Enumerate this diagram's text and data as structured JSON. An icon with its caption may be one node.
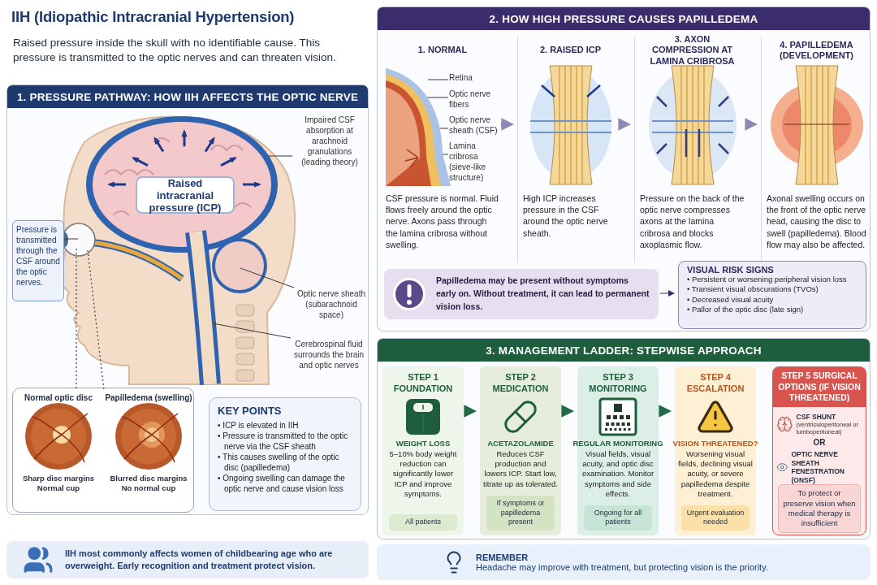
{
  "diagram": {
    "title": "IIH (Idiopathic Intracranial Hypertension)",
    "labels": [
      "Raised pressure inside the skull with no identifiable cause. This pressure is transmitted to the optic nerves and can threaten vision."
    ],
    "nodes": [
      {
        "text": [
          "1. PRESSURE PATHWAY: HOW IIH AFFECTS THE OPTIC NERVE"
        ]
      },
      {
        "text": [
          "Raised intracranial pressure (ICP)"
        ],
        "in": 0
      },
      {
        "text": [
          "Pressure is transmitted through the CSF around the optic nerves."
        ],
        "in": 0
      },
      {
        "text": [
          "Impaired CSF absorption at arachnoid granulations (leading theory)"
        ],
        "in": 0
      },
      {
        "text": [
          "Optic nerve sheath (subarachnoid space)"
        ],
        "in": 0
      },
      {
        "text": [
          "Cerebrospinal fluid surrounds the brain and optic nerves"
        ],
        "in": 0
      },
      {
        "text": [],
        "shape": "box",
        "in": 0
      },
      {
        "text": [
          "Normal optic disc",
          "Sharp disc margins Normal cup"
        ],
        "in": 6
      },
      {
        "text": [
          "Papilledema (swelling)",
          "Blurred disc margins No normal cup"
        ],
        "in": 6
      },
      {
        "text": [
          "KEY POINTS",
          "• ICP is elevated in IIH",
          "• Pressure is transmitted to the optic nerve via the CSF sheath",
          "• This causes swelling of the optic disc (papilledema)",
          "• Ongoing swelling can damage the optic nerve and cause vision loss"
        ],
        "in": 0
      },
      {
        "text": [
          "IIH most commonly affects women of childbearing age who are overweight. Early recognition and treatment protect vision."
        ]
      },
      {
        "text": [
          "2. HOW HIGH PRESSURE CAUSES PAPILLEDEMA"
        ]
      },
      {
        "text": [
          "1. NORMAL",
          "CSF pressure is normal. Fluid flows freely around the optic nerve. Axons pass through the lamina cribrosa without swelling."
        ],
        "in": 11
      },
      {
        "text": [
          "Retina"
        ],
        "in": 12
      },
      {
        "text": [
          "Optic nerve fibers"
        ],
        "in": 12
      },
      {
        "text": [
          "Optic nerve sheath (CSF)"
        ],
        "in": 12
      },
      {
        "text": [
          "Lamina cribrosa (sieve-like structure)"
        ],
        "in": 12
      },
      {
        "text": [
          "2. RAISED ICP",
          "High ICP increases pressure in the CSF around the optic nerve sheath."
        ],
        "in": 11
      },
      {
        "text": [
          "3. AXON COMPRESSION AT LAMINA CRIBROSA",
          "Pressure on the back of the optic nerve compresses axons at the lamina cribrosa and blocks axoplasmic flow."
        ],
        "in": 11
      },
      {
        "text": [
          "4. PAPILLEDEMA (DEVELOPMENT)",
          "Axonal swelling occurs on the front of the optic nerve head, causing the disc to swell (papilledema). Blood flow may also be affected."
        ],
        "in": 11
      },
      {
        "text": [
          "Papilledema may be present without symptoms early on. Without treatment, it can lead to permanent vision loss."
        ],
        "in": 11
      },
      {
        "text": [
          "VISUAL RISK SIGNS",
          "• Persistent or worsening peripheral vision loss",
          "• Transient visual obscurations (TVOs)",
          "• Decreased visual acuity",
          "• Pallor of the optic disc (late sign)"
        ],
        "in": 11
      },
      {
        "text": [
          "3. MANAGEMENT LADDER: STEPWISE APPROACH"
        ]
      },
      {
        "text": [
          "STEP 1 FOUNDATION",
          "WEIGHT LOSS",
          "5–10% body weight reduction can significantly lower ICP and improve symptoms.",
          "All patients"
        ],
        "in": 22
      },
      {
        "text": [
          "STEP 2 MEDICATION",
          "ACETAZOLAMIDE",
          "Reduces CSF production and lowers ICP. Start low, titrate up as tolerated.",
          "If symptoms or papilledema present"
        ],
        "in": 22
      },
      {
        "text": [
          "STEP 3 MONITORING",
          "REGULAR MONITORING",
          "Visual fields, visual acuity, and optic disc examination. Monitor symptoms and side effects.",
          "Ongoing for all patients"
        ],
        "in": 22
      },
      {
        "text": [
          "STEP 4 ESCALATION",
          "VISION THREATENED?",
          "Worsening visual fields, declining visual acuity, or severe papilledema despite treatment.",
          "Urgent evaluation needed"
        ],
        "in": 22
      },
      {
        "text": [
          "STEP 5 SURGICAL OPTIONS (IF VISION THREATENED)",
          "CSF SHUNT",
          "(ventriculoperitoneal or lumboperitoneal)",
          "OR",
          "OPTIC NERVE SHEATH FENESTRATION (ONSF)",
          "To protect or preserve vision when medical therapy is insufficient"
        ],
        "in": 22
      },
      {
        "text": [
          "REMEMBER",
          "Headache may improve with treatment, but protecting vision is the priority."
        ]
      }
    ],
    "edges": [
      {
        "from": 2,
        "to": null,
        "arrow": "none"
      },
      {
        "from": 3,
        "to": null,
        "arrow": "none"
      },
      {
        "from": 4,
        "to": null,
        "arrow": "none"
      },
      {
        "from": 5,
        "to": null,
        "arrow": "none"
      },
      {
        "from": null,
        "to": 7,
        "arrow": "none",
        "style": "dashed"
      },
      {
        "from": null,
        "to": 8,
        "arrow": "none",
        "style": "dashed"
      },
      {
        "from": 13,
        "to": null,
        "arrow": "none"
      },
      {
        "from": 14,
        "to": null,
        "arrow": "none"
      },
      {
        "from": 15,
        "to": null,
        "arrow": "none"
      },
      {
        "from": 16,
        "to": null,
        "arrow": "none"
      },
      {
        "from": 12,
        "to": 17,
        "arrow": "to",
        "style": "thick",
        "color": "#8e89b3"
      },
      {
        "from": 17,
        "to": 18,
        "arrow": "to",
        "style": "thick",
        "color": "#8e89b3"
      },
      {
        "from": 18,
        "to": 19,
        "arrow": "to",
        "style": "thick",
        "color": "#8e89b3"
      },
      {
        "from": 20,
        "to": 21,
        "arrow": "to",
        "color": "#3b2c6b"
      },
      {
        "from": 23,
        "to": 24,
        "arrow": "to",
        "style": "thick",
        "color": "#1f6b45"
      },
      {
        "from": 24,
        "to": 25,
        "arrow": "to",
        "style": "thick",
        "color": "#1f6b45"
      },
      {
        "from": 25,
        "to": 26,
        "arrow": "to",
        "style": "thick",
        "color": "#1f6b45"
      }
    ]
  }
}
